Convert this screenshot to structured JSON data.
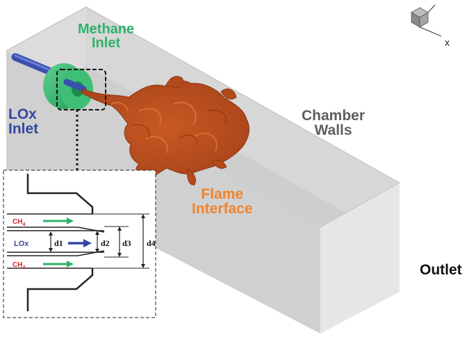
{
  "labels": {
    "methane_inlet": [
      "Methane",
      "Inlet"
    ],
    "lox_inlet": [
      "LOx",
      "Inlet"
    ],
    "chamber_walls": [
      "Chamber",
      "Walls"
    ],
    "flame_interface": [
      "Flame",
      "Interface"
    ],
    "outlet": "Outlet"
  },
  "axis": {
    "x": "x"
  },
  "inset": {
    "ch4_top": {
      "main": "CH",
      "sub": "4"
    },
    "ch4_bottom": {
      "main": "CH",
      "sub": "4"
    },
    "lox": "LOx",
    "dims": [
      "d1",
      "d2",
      "d3",
      "d4"
    ]
  },
  "colors": {
    "methane": "#2db36a",
    "lox": "#3347a3",
    "chamber": "#5f5f5f",
    "flame": "#f0832b",
    "ch4_text": "#d61f2a",
    "wall_fill": "#d6d6d6"
  },
  "icons": [
    "orientation-cube-icon",
    "green-arrow-icon",
    "blue-arrow-icon"
  ]
}
